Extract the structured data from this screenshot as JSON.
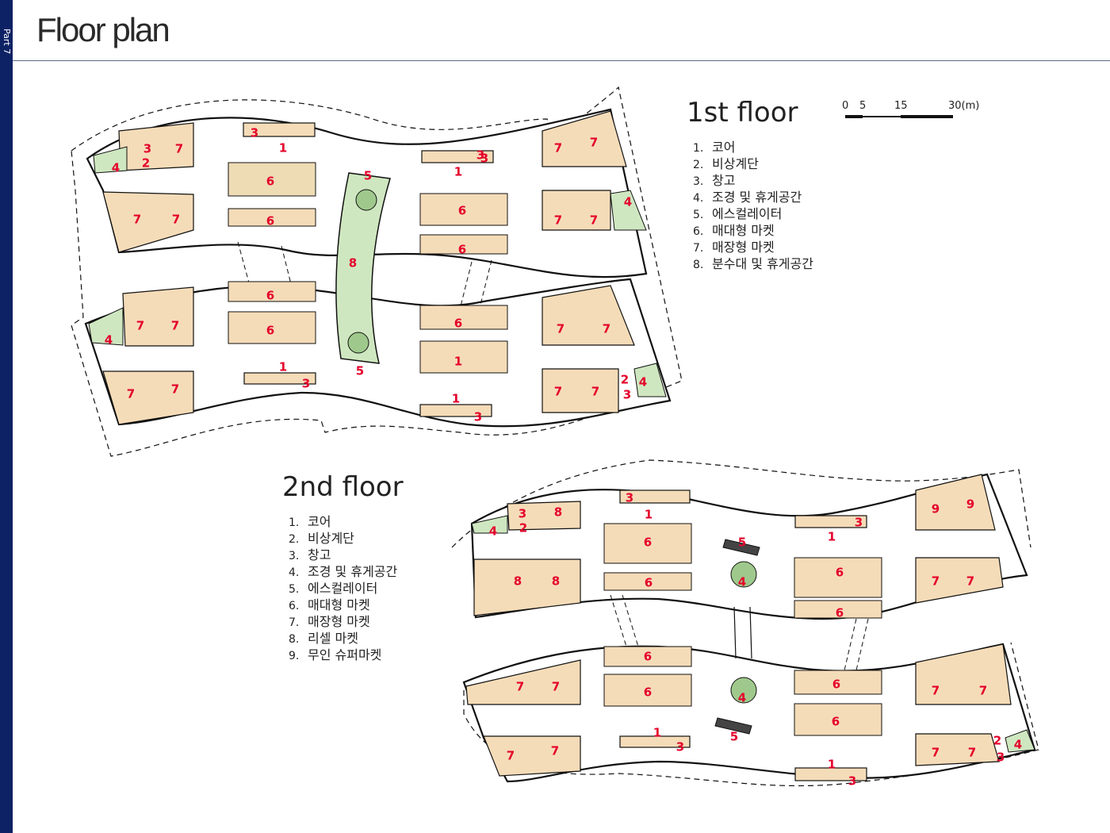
{
  "page": {
    "side_label": "Part 7",
    "title": "Floor plan"
  },
  "scale_bar": {
    "ticks": [
      "0",
      "5",
      "15",
      "30(m)"
    ]
  },
  "floor1": {
    "title": "1st floor",
    "legend": [
      {
        "n": "1.",
        "text": "코어"
      },
      {
        "n": "2.",
        "text": "비상계단"
      },
      {
        "n": "3.",
        "text": "창고"
      },
      {
        "n": "4.",
        "text": "조경 및 휴게공간"
      },
      {
        "n": "5.",
        "text": "에스컬레이터"
      },
      {
        "n": "6.",
        "text": "매대형 마켓"
      },
      {
        "n": "7.",
        "text": "매장형 마켓"
      },
      {
        "n": "8.",
        "text": "분수대 및 휴게공간"
      }
    ]
  },
  "floor2": {
    "title": "2nd floor",
    "legend": [
      {
        "n": "1.",
        "text": "코어"
      },
      {
        "n": "2.",
        "text": "비상계단"
      },
      {
        "n": "3.",
        "text": "창고"
      },
      {
        "n": "4.",
        "text": "조경 및 휴게공간"
      },
      {
        "n": "5.",
        "text": "에스컬레이터"
      },
      {
        "n": "6.",
        "text": "매대형 마켓"
      },
      {
        "n": "7.",
        "text": "매장형 마켓"
      },
      {
        "n": "8.",
        "text": "리셀 마켓"
      },
      {
        "n": "9.",
        "text": "무인 슈퍼마켓"
      }
    ]
  },
  "colors": {
    "sidebar": "#0d2265",
    "room_fill": "#f5dcb8",
    "landscape": "#cfe7c0",
    "label_red": "#e4002b"
  },
  "plan1_labels": [
    "3",
    "3",
    "7",
    "1",
    "2",
    "4",
    "5",
    "6",
    "3",
    "1",
    "7",
    "7",
    "7",
    "7",
    "6",
    "6",
    "6",
    "7",
    "7",
    "4",
    "8",
    "6",
    "7",
    "7",
    "6",
    "7",
    "7",
    "4",
    "1",
    "3",
    "5",
    "6",
    "7",
    "7",
    "1",
    "3",
    "2",
    "4",
    "3",
    "7",
    "7",
    "3",
    "1"
  ],
  "plan2_labels": [
    "3",
    "3",
    "8",
    "4",
    "2",
    "1",
    "6",
    "6",
    "5",
    "4",
    "3",
    "1",
    "9",
    "9",
    "6",
    "8",
    "8",
    "6",
    "7",
    "7",
    "6",
    "7",
    "7",
    "6",
    "6",
    "4",
    "6",
    "7",
    "7",
    "1",
    "5",
    "3",
    "7",
    "7",
    "1",
    "3",
    "7",
    "7",
    "2",
    "4",
    "3"
  ]
}
